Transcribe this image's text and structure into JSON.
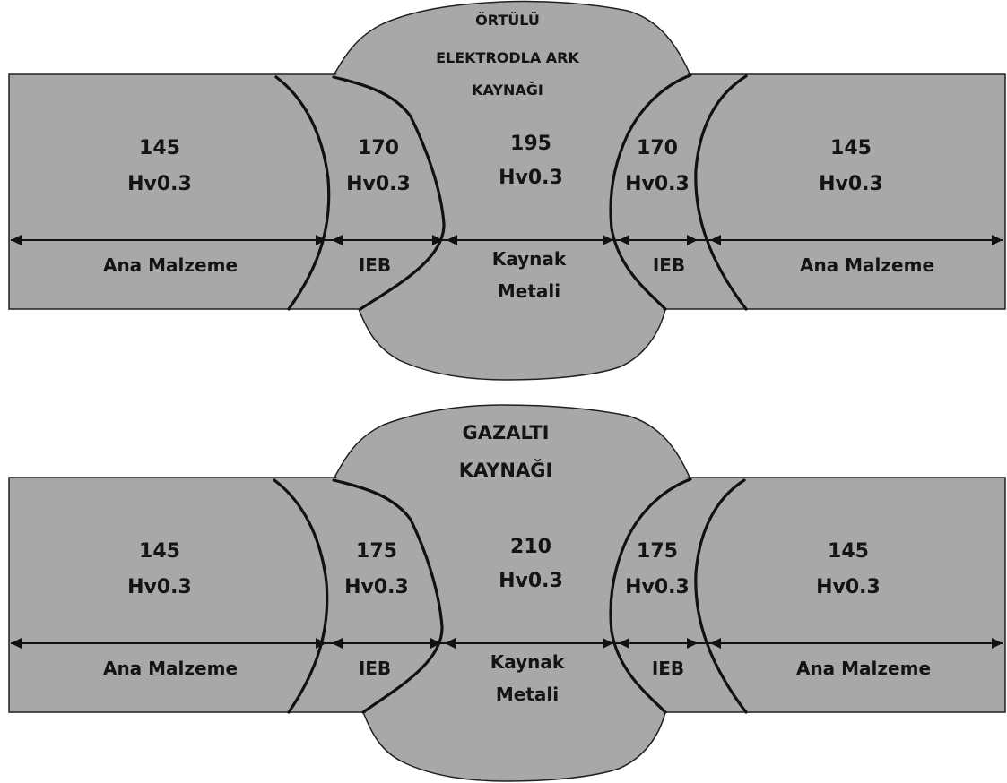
{
  "panels": [
    {
      "title_lines": [
        "ÖRTÜLÜ",
        "ELEKTRODLA ARK",
        "KAYNAĞI"
      ],
      "hardness": [
        "145",
        "170",
        "195",
        "170",
        "145"
      ],
      "unit": "Hv0.3",
      "zones": [
        "Ana Malzeme",
        "IEB",
        "Kaynak",
        "Metali",
        "IEB",
        "Ana Malzeme"
      ]
    },
    {
      "title_lines": [
        "GAZALTI",
        "KAYNAĞI"
      ],
      "hardness": [
        "145",
        "175",
        "210",
        "175",
        "145"
      ],
      "unit": "Hv0.3",
      "zones": [
        "Ana Malzeme",
        "IEB",
        "Kaynak",
        "Metali",
        "IEB",
        "Ana Malzeme"
      ]
    }
  ]
}
